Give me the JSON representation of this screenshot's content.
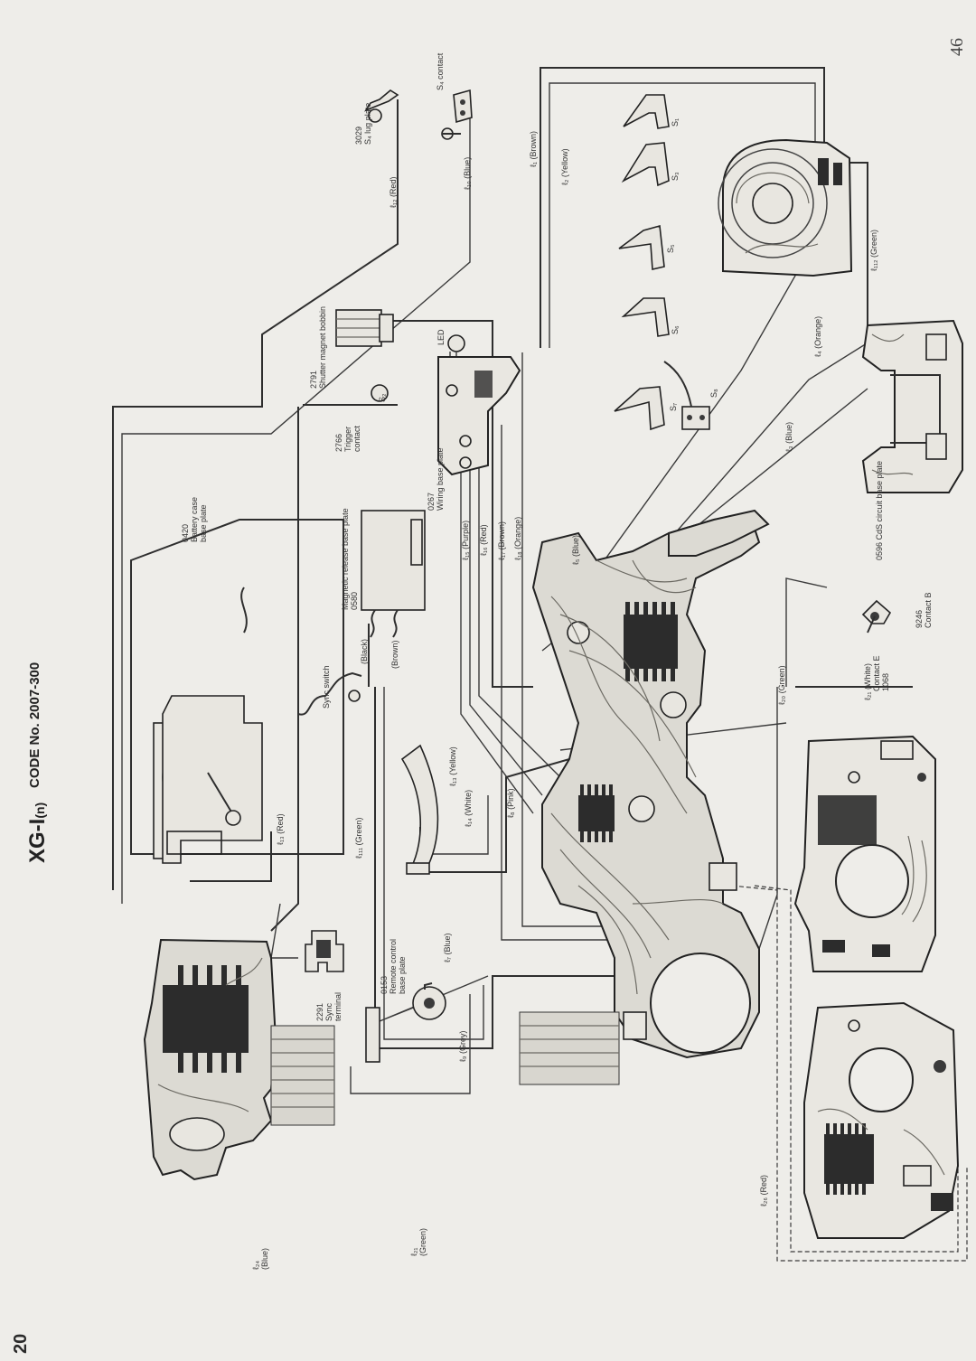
{
  "header": {
    "model": "XG-I",
    "model_suffix": "(n)",
    "code": "CODE  No. 2007-300"
  },
  "page_number": "20",
  "handwritten_note": "46",
  "parts": [
    {
      "id": "p3029",
      "text": "3029\nS₄ lug plate"
    },
    {
      "id": "ps4c",
      "text": "S₄ contact"
    },
    {
      "id": "p2791",
      "text": "2791\nShutter magnet bobbin"
    },
    {
      "id": "pled",
      "text": "LED"
    },
    {
      "id": "p2766",
      "text": "2766\nTrigger\ncontact"
    },
    {
      "id": "ps2",
      "text": "S₂"
    },
    {
      "id": "p0267",
      "text": "0267\nWiring base plate"
    },
    {
      "id": "p0420",
      "text": "0420\nBattery case\nbase plate"
    },
    {
      "id": "p0580",
      "text": "Magnetic release base plate\n0580"
    },
    {
      "id": "psync",
      "text": "Sync switch"
    },
    {
      "id": "p2291",
      "text": "2291\nSync\nterminal"
    },
    {
      "id": "p0153",
      "text": "0153\nRemote control\nbase plate"
    },
    {
      "id": "p0596",
      "text": "0596 CdS circuit base plate"
    },
    {
      "id": "p1068",
      "text": "Contact E\n1068"
    },
    {
      "id": "p9246",
      "text": "9246\nContact B"
    },
    {
      "id": "ps1",
      "text": "S₁"
    },
    {
      "id": "ps3",
      "text": "S₃"
    },
    {
      "id": "ps5",
      "text": "S₅"
    },
    {
      "id": "ps6",
      "text": "S₆"
    },
    {
      "id": "ps7",
      "text": "S₇"
    },
    {
      "id": "ps8",
      "text": "S₈"
    }
  ],
  "wires": [
    {
      "id": "w_l12_red",
      "text": "ℓ₁₂ (Red)"
    },
    {
      "id": "w_l10_blue",
      "text": "ℓ₁₀ (Blue)"
    },
    {
      "id": "w_l1_brown",
      "text": "ℓ₁ (Brown)"
    },
    {
      "id": "w_l2_yellow",
      "text": "ℓ₂ (Yellow)"
    },
    {
      "id": "w_l112_green",
      "text": "ℓ₁₁₂ (Green)"
    },
    {
      "id": "w_l4_orange",
      "text": "ℓ₄ (Orange)"
    },
    {
      "id": "w_l3_blue",
      "text": "ℓ₃ (Blue)"
    },
    {
      "id": "w_l15_purple",
      "text": "ℓ₁₅ (Purple)"
    },
    {
      "id": "w_l16_red",
      "text": "ℓ₁₆ (Red)"
    },
    {
      "id": "w_l17_brown",
      "text": "ℓ₁₇ (Brown)"
    },
    {
      "id": "w_l18_orange",
      "text": "ℓ₁₈ (Orange)"
    },
    {
      "id": "w_l5_blue",
      "text": "ℓ₅ (Blue)"
    },
    {
      "id": "w_black",
      "text": "(Black)"
    },
    {
      "id": "w_brown",
      "text": "(Brown)"
    },
    {
      "id": "w_l20_green",
      "text": "ℓ₂₀ (Green)"
    },
    {
      "id": "w_l21_white",
      "text": "ℓ₂₁ (White)"
    },
    {
      "id": "w_l13_red",
      "text": "ℓ₁₃ (Red)"
    },
    {
      "id": "w_l111_green",
      "text": "ℓ₁₁₁ (Green)"
    },
    {
      "id": "w_l13_yellow",
      "text": "ℓ₁₃ (Yellow)"
    },
    {
      "id": "w_l14_white",
      "text": "ℓ₁₄ (White)"
    },
    {
      "id": "w_l8_pink",
      "text": "ℓ₈ (Pink)"
    },
    {
      "id": "w_l7_blue",
      "text": "ℓ₇ (Blue)"
    },
    {
      "id": "w_l9_grey",
      "text": "ℓ₉ (Grey)"
    },
    {
      "id": "w_l24_blue",
      "text": "ℓ₂₄\n(Blue)"
    },
    {
      "id": "w_l21_green",
      "text": "ℓ₂₁\n(Green)"
    },
    {
      "id": "w_l26_red",
      "text": "ℓ₂₆ (Red)"
    }
  ]
}
